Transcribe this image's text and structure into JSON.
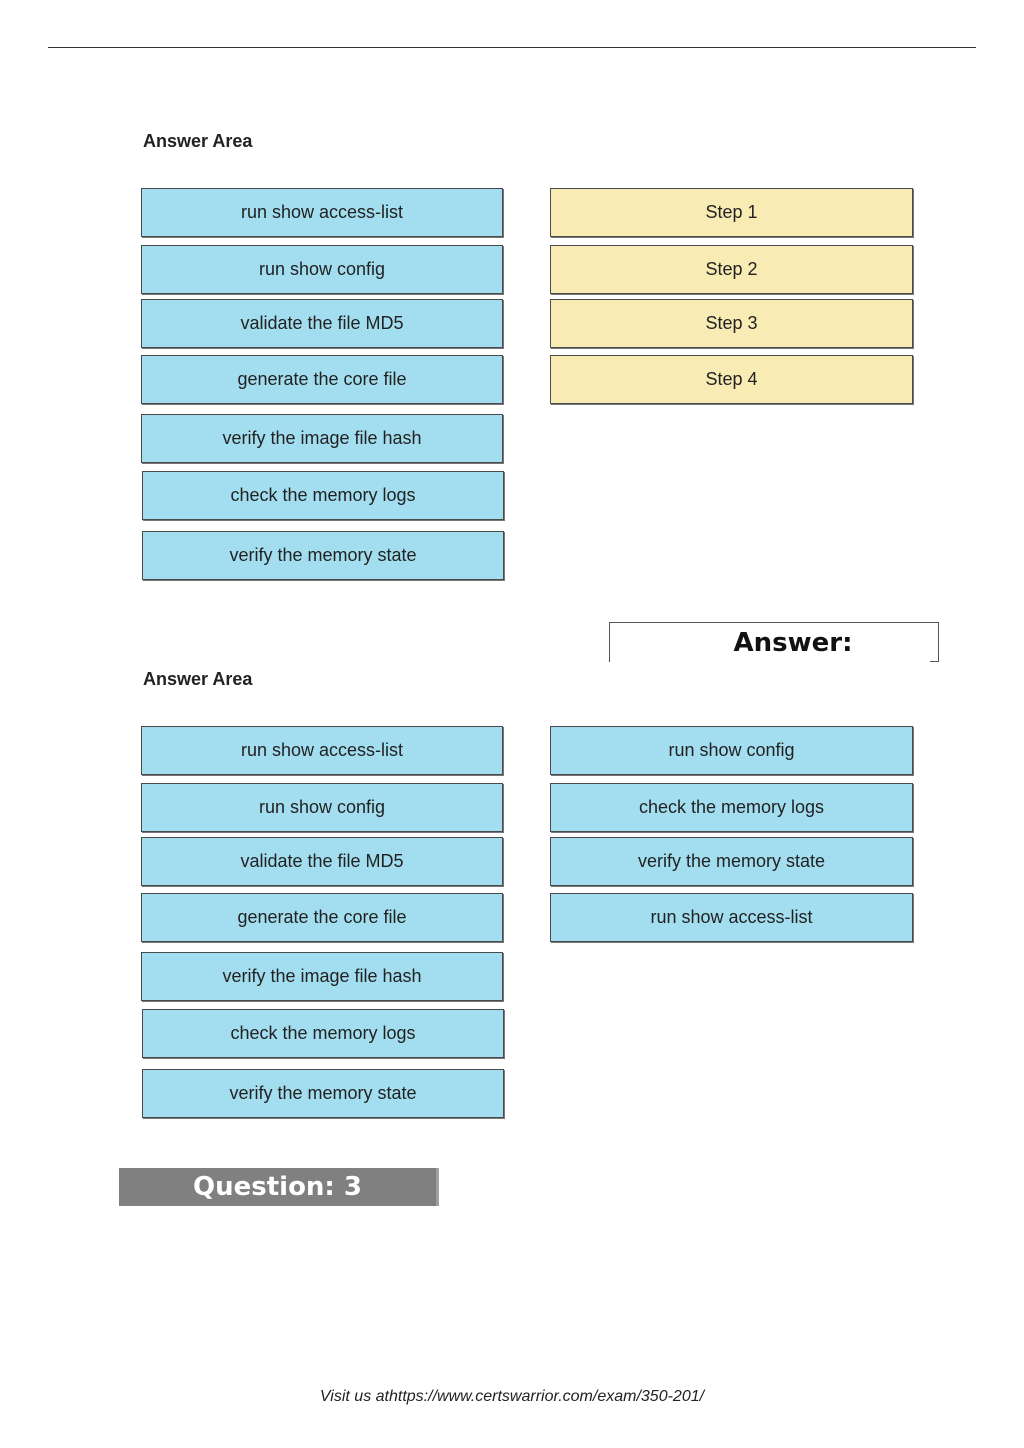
{
  "question": {
    "answer_area_title": "Answer Area",
    "options": [
      "run show access-list",
      "run show config",
      "validate the file MD5",
      "generate the core file",
      "verify the image file hash",
      "check the memory logs",
      "verify the memory state"
    ],
    "targets": [
      "Step 1",
      "Step 2",
      "Step 3",
      "Step 4"
    ]
  },
  "answer": {
    "label": "Answer:",
    "answer_area_title": "Answer Area",
    "options": [
      "run show access-list",
      "run show config",
      "validate the file MD5",
      "generate the core file",
      "verify the image file hash",
      "check the memory logs",
      "verify the memory state"
    ],
    "ordered": [
      "run show config",
      "check the memory logs",
      "verify the memory state",
      "run show access-list"
    ]
  },
  "next_question": "Question: 3",
  "footer": "Visit us athttps://www.certswarrior.com/exam/350-201/",
  "colors": {
    "option_blue": "#a2def0",
    "step_yellow": "#f8ebb3",
    "banner_gray": "#808080"
  }
}
